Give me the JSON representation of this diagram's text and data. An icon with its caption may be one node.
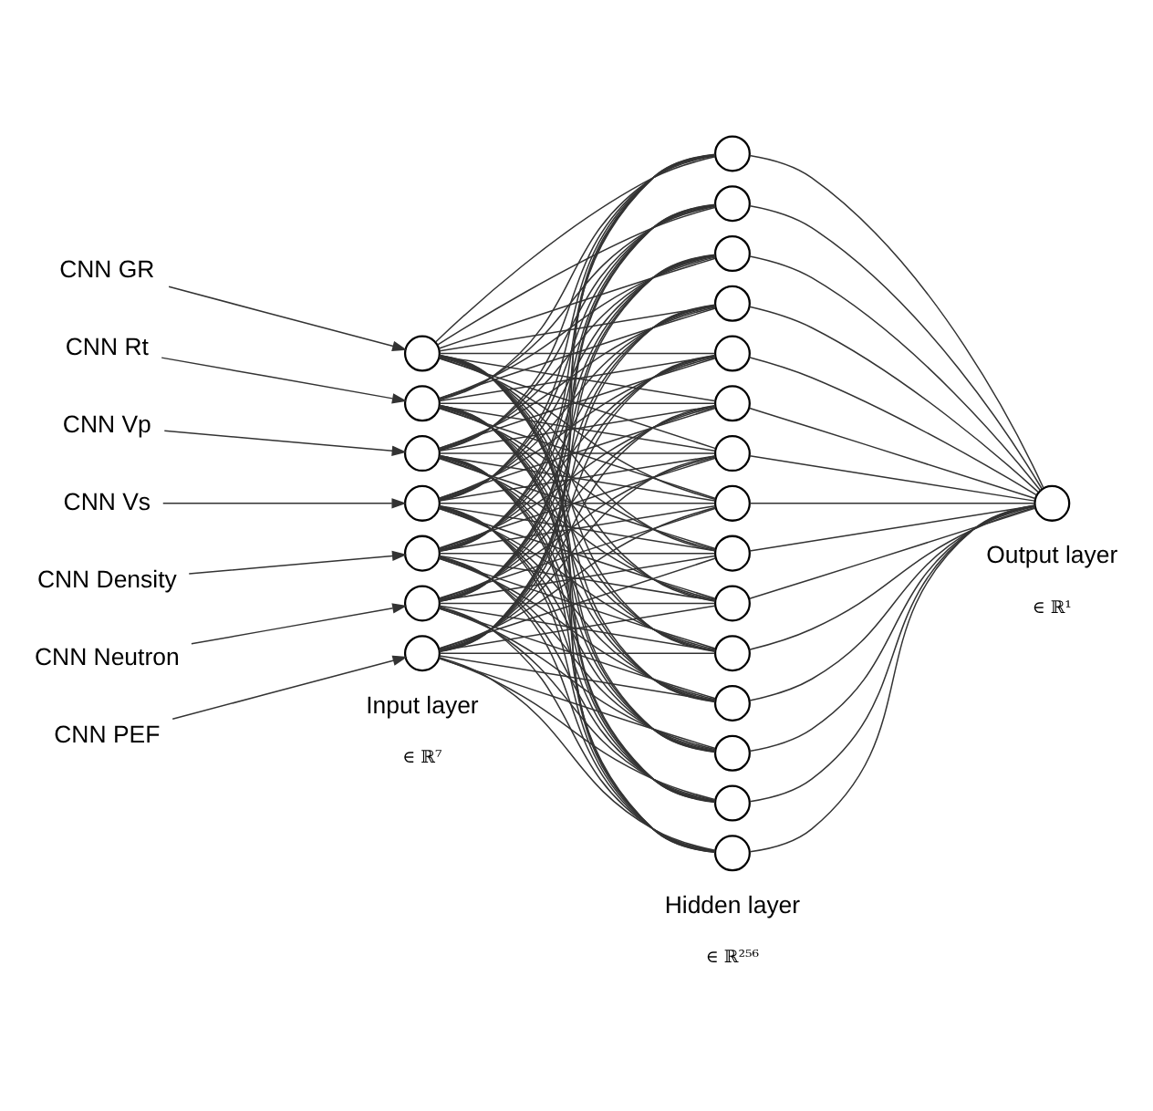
{
  "diagram": {
    "nodes": [
      {
        "text": [
          "CNN GR"
        ]
      },
      {
        "text": [
          "CNN Rt"
        ]
      },
      {
        "text": [
          "CNN Vp"
        ]
      },
      {
        "text": [
          "CNN Vs"
        ]
      },
      {
        "text": [
          "CNN Density"
        ]
      },
      {
        "text": [
          "CNN Neutron"
        ]
      },
      {
        "text": [
          "CNN PEF"
        ]
      },
      {
        "text": [],
        "shape": "circle"
      },
      {
        "text": [],
        "shape": "circle"
      },
      {
        "text": [],
        "shape": "circle"
      },
      {
        "text": [],
        "shape": "circle"
      },
      {
        "text": [],
        "shape": "circle"
      },
      {
        "text": [],
        "shape": "circle"
      },
      {
        "text": [],
        "shape": "circle"
      },
      {
        "text": [],
        "shape": "circle"
      },
      {
        "text": [],
        "shape": "circle"
      },
      {
        "text": [],
        "shape": "circle"
      },
      {
        "text": [],
        "shape": "circle"
      },
      {
        "text": [],
        "shape": "circle"
      },
      {
        "text": [],
        "shape": "circle"
      },
      {
        "text": [],
        "shape": "circle"
      },
      {
        "text": [],
        "shape": "circle"
      },
      {
        "text": [],
        "shape": "circle"
      },
      {
        "text": [],
        "shape": "circle"
      },
      {
        "text": [],
        "shape": "circle"
      },
      {
        "text": [],
        "shape": "circle"
      },
      {
        "text": [],
        "shape": "circle"
      },
      {
        "text": [],
        "shape": "circle"
      },
      {
        "text": [],
        "shape": "circle"
      },
      {
        "text": [],
        "shape": "circle"
      }
    ],
    "edges": [
      {
        "from": 0,
        "to": 7,
        "arrow": "to"
      },
      {
        "from": 1,
        "to": 8,
        "arrow": "to"
      },
      {
        "from": 2,
        "to": 9,
        "arrow": "to"
      },
      {
        "from": 3,
        "to": 10,
        "arrow": "to"
      },
      {
        "from": 4,
        "to": 11,
        "arrow": "to"
      },
      {
        "from": 5,
        "to": 12,
        "arrow": "to"
      },
      {
        "from": 6,
        "to": 13,
        "arrow": "to"
      },
      {
        "from": 7,
        "to": 14,
        "arrow": "none"
      },
      {
        "from": 7,
        "to": 15,
        "arrow": "none"
      },
      {
        "from": 7,
        "to": 16,
        "arrow": "none"
      },
      {
        "from": 7,
        "to": 17,
        "arrow": "none"
      },
      {
        "from": 7,
        "to": 18,
        "arrow": "none"
      },
      {
        "from": 7,
        "to": 19,
        "arrow": "none"
      },
      {
        "from": 7,
        "to": 20,
        "arrow": "none"
      },
      {
        "from": 7,
        "to": 21,
        "arrow": "none"
      },
      {
        "from": 7,
        "to": 22,
        "arrow": "none"
      },
      {
        "from": 7,
        "to": 23,
        "arrow": "none"
      },
      {
        "from": 7,
        "to": 24,
        "arrow": "none"
      },
      {
        "from": 7,
        "to": 25,
        "arrow": "none"
      },
      {
        "from": 7,
        "to": 26,
        "arrow": "none"
      },
      {
        "from": 7,
        "to": 27,
        "arrow": "none"
      },
      {
        "from": 7,
        "to": 28,
        "arrow": "none"
      },
      {
        "from": 8,
        "to": 14,
        "arrow": "none"
      },
      {
        "from": 8,
        "to": 15,
        "arrow": "none"
      },
      {
        "from": 8,
        "to": 16,
        "arrow": "none"
      },
      {
        "from": 8,
        "to": 17,
        "arrow": "none"
      },
      {
        "from": 8,
        "to": 18,
        "arrow": "none"
      },
      {
        "from": 8,
        "to": 19,
        "arrow": "none"
      },
      {
        "from": 8,
        "to": 20,
        "arrow": "none"
      },
      {
        "from": 8,
        "to": 21,
        "arrow": "none"
      },
      {
        "from": 8,
        "to": 22,
        "arrow": "none"
      },
      {
        "from": 8,
        "to": 23,
        "arrow": "none"
      },
      {
        "from": 8,
        "to": 24,
        "arrow": "none"
      },
      {
        "from": 8,
        "to": 25,
        "arrow": "none"
      },
      {
        "from": 8,
        "to": 26,
        "arrow": "none"
      },
      {
        "from": 8,
        "to": 27,
        "arrow": "none"
      },
      {
        "from": 8,
        "to": 28,
        "arrow": "none"
      },
      {
        "from": 9,
        "to": 14,
        "arrow": "none"
      },
      {
        "from": 9,
        "to": 15,
        "arrow": "none"
      },
      {
        "from": 9,
        "to": 16,
        "arrow": "none"
      },
      {
        "from": 9,
        "to": 17,
        "arrow": "none"
      },
      {
        "from": 9,
        "to": 18,
        "arrow": "none"
      },
      {
        "from": 9,
        "to": 19,
        "arrow": "none"
      },
      {
        "from": 9,
        "to": 20,
        "arrow": "none"
      },
      {
        "from": 9,
        "to": 21,
        "arrow": "none"
      },
      {
        "from": 9,
        "to": 22,
        "arrow": "none"
      },
      {
        "from": 9,
        "to": 23,
        "arrow": "none"
      },
      {
        "from": 9,
        "to": 24,
        "arrow": "none"
      },
      {
        "from": 9,
        "to": 25,
        "arrow": "none"
      },
      {
        "from": 9,
        "to": 26,
        "arrow": "none"
      },
      {
        "from": 9,
        "to": 27,
        "arrow": "none"
      },
      {
        "from": 9,
        "to": 28,
        "arrow": "none"
      },
      {
        "from": 10,
        "to": 14,
        "arrow": "none"
      },
      {
        "from": 10,
        "to": 15,
        "arrow": "none"
      },
      {
        "from": 10,
        "to": 16,
        "arrow": "none"
      },
      {
        "from": 10,
        "to": 17,
        "arrow": "none"
      },
      {
        "from": 10,
        "to": 18,
        "arrow": "none"
      },
      {
        "from": 10,
        "to": 19,
        "arrow": "none"
      },
      {
        "from": 10,
        "to": 20,
        "arrow": "none"
      },
      {
        "from": 10,
        "to": 21,
        "arrow": "none"
      },
      {
        "from": 10,
        "to": 22,
        "arrow": "none"
      },
      {
        "from": 10,
        "to": 23,
        "arrow": "none"
      },
      {
        "from": 10,
        "to": 24,
        "arrow": "none"
      },
      {
        "from": 10,
        "to": 25,
        "arrow": "none"
      },
      {
        "from": 10,
        "to": 26,
        "arrow": "none"
      },
      {
        "from": 10,
        "to": 27,
        "arrow": "none"
      },
      {
        "from": 10,
        "to": 28,
        "arrow": "none"
      },
      {
        "from": 11,
        "to": 14,
        "arrow": "none"
      },
      {
        "from": 11,
        "to": 15,
        "arrow": "none"
      },
      {
        "from": 11,
        "to": 16,
        "arrow": "none"
      },
      {
        "from": 11,
        "to": 17,
        "arrow": "none"
      },
      {
        "from": 11,
        "to": 18,
        "arrow": "none"
      },
      {
        "from": 11,
        "to": 19,
        "arrow": "none"
      },
      {
        "from": 11,
        "to": 20,
        "arrow": "none"
      },
      {
        "from": 11,
        "to": 21,
        "arrow": "none"
      },
      {
        "from": 11,
        "to": 22,
        "arrow": "none"
      },
      {
        "from": 11,
        "to": 23,
        "arrow": "none"
      },
      {
        "from": 11,
        "to": 24,
        "arrow": "none"
      },
      {
        "from": 11,
        "to": 25,
        "arrow": "none"
      },
      {
        "from": 11,
        "to": 26,
        "arrow": "none"
      },
      {
        "from": 11,
        "to": 27,
        "arrow": "none"
      },
      {
        "from": 11,
        "to": 28,
        "arrow": "none"
      },
      {
        "from": 12,
        "to": 14,
        "arrow": "none"
      },
      {
        "from": 12,
        "to": 15,
        "arrow": "none"
      },
      {
        "from": 12,
        "to": 16,
        "arrow": "none"
      },
      {
        "from": 12,
        "to": 17,
        "arrow": "none"
      },
      {
        "from": 12,
        "to": 18,
        "arrow": "none"
      },
      {
        "from": 12,
        "to": 19,
        "arrow": "none"
      },
      {
        "from": 12,
        "to": 20,
        "arrow": "none"
      },
      {
        "from": 12,
        "to": 21,
        "arrow": "none"
      },
      {
        "from": 12,
        "to": 22,
        "arrow": "none"
      },
      {
        "from": 12,
        "to": 23,
        "arrow": "none"
      },
      {
        "from": 12,
        "to": 24,
        "arrow": "none"
      },
      {
        "from": 12,
        "to": 25,
        "arrow": "none"
      },
      {
        "from": 12,
        "to": 26,
        "arrow": "none"
      },
      {
        "from": 12,
        "to": 27,
        "arrow": "none"
      },
      {
        "from": 12,
        "to": 28,
        "arrow": "none"
      },
      {
        "from": 13,
        "to": 14,
        "arrow": "none"
      },
      {
        "from": 13,
        "to": 15,
        "arrow": "none"
      },
      {
        "from": 13,
        "to": 16,
        "arrow": "none"
      },
      {
        "from": 13,
        "to": 17,
        "arrow": "none"
      },
      {
        "from": 13,
        "to": 18,
        "arrow": "none"
      },
      {
        "from": 13,
        "to": 19,
        "arrow": "none"
      },
      {
        "from": 13,
        "to": 20,
        "arrow": "none"
      },
      {
        "from": 13,
        "to": 21,
        "arrow": "none"
      },
      {
        "from": 13,
        "to": 22,
        "arrow": "none"
      },
      {
        "from": 13,
        "to": 23,
        "arrow": "none"
      },
      {
        "from": 13,
        "to": 24,
        "arrow": "none"
      },
      {
        "from": 13,
        "to": 25,
        "arrow": "none"
      },
      {
        "from": 13,
        "to": 26,
        "arrow": "none"
      },
      {
        "from": 13,
        "to": 27,
        "arrow": "none"
      },
      {
        "from": 13,
        "to": 28,
        "arrow": "none"
      },
      {
        "from": 14,
        "to": 29,
        "arrow": "none"
      },
      {
        "from": 15,
        "to": 29,
        "arrow": "none"
      },
      {
        "from": 16,
        "to": 29,
        "arrow": "none"
      },
      {
        "from": 17,
        "to": 29,
        "arrow": "none"
      },
      {
        "from": 18,
        "to": 29,
        "arrow": "none"
      },
      {
        "from": 19,
        "to": 29,
        "arrow": "none"
      },
      {
        "from": 20,
        "to": 29,
        "arrow": "none"
      },
      {
        "from": 21,
        "to": 29,
        "arrow": "none"
      },
      {
        "from": 22,
        "to": 29,
        "arrow": "none"
      },
      {
        "from": 23,
        "to": 29,
        "arrow": "none"
      },
      {
        "from": 24,
        "to": 29,
        "arrow": "none"
      },
      {
        "from": 25,
        "to": 29,
        "arrow": "none"
      },
      {
        "from": 26,
        "to": 29,
        "arrow": "none"
      },
      {
        "from": 27,
        "to": 29,
        "arrow": "none"
      },
      {
        "from": 28,
        "to": 29,
        "arrow": "none"
      }
    ],
    "labels": [
      "Input layer",
      "Hidden layer",
      "Output layer",
      "∈ ℝ⁷",
      "∈ ℝ²⁵⁶",
      "∈ ℝ¹"
    ]
  }
}
